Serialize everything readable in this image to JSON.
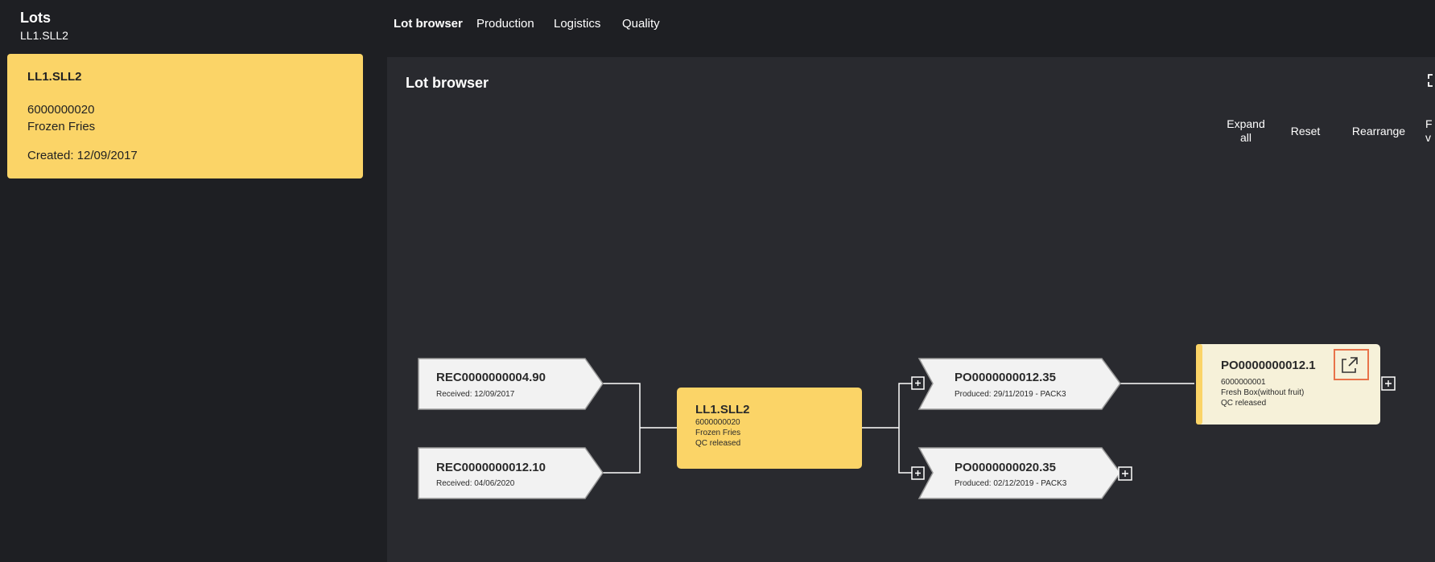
{
  "sidebar": {
    "title": "Lots",
    "subtitle": "LL1.SLL2",
    "card": {
      "lot": "LL1.SLL2",
      "material": "6000000020",
      "description": "Frozen Fries",
      "created": "Created: 12/09/2017"
    }
  },
  "nav": {
    "items": [
      {
        "label": "Lot browser"
      },
      {
        "label": "Production"
      },
      {
        "label": "Logistics"
      },
      {
        "label": "Quality"
      }
    ]
  },
  "main": {
    "title": "Lot browser",
    "toolbar": {
      "expand_line1": "Expand",
      "expand_line2": "all",
      "reset": "Reset",
      "rearrange": "Rearrange",
      "cut_line1": "F",
      "cut_line2": "v"
    }
  },
  "graph": {
    "rec1": {
      "title": "REC0000000004.90",
      "sub": "Received: 12/09/2017"
    },
    "rec2": {
      "title": "REC0000000012.10",
      "sub": "Received: 04/06/2020"
    },
    "center": {
      "title": "LL1.SLL2",
      "material": "6000000020",
      "description": "Frozen Fries",
      "status": "QC released"
    },
    "po1": {
      "title": "PO0000000012.35",
      "sub": "Produced: 29/11/2019 - PACK3"
    },
    "po2": {
      "title": "PO0000000020.35",
      "sub": "Produced: 02/12/2019 - PACK3"
    },
    "po3": {
      "title": "PO0000000012.1",
      "material": "6000000001",
      "description": "Fresh Box(without fruit)",
      "status": "QC released"
    },
    "expand_glyph": "+"
  },
  "colors": {
    "accent": "#fbd467",
    "selected_node_bg": "#f6f1d9",
    "highlight_border": "#e8734a",
    "node_bg": "#f2f2f2",
    "panel_bg": "#292a2f",
    "page_bg": "#1e1f23"
  },
  "icons": [
    "open-in-new-icon",
    "fullscreen-icon",
    "plus-icon"
  ]
}
